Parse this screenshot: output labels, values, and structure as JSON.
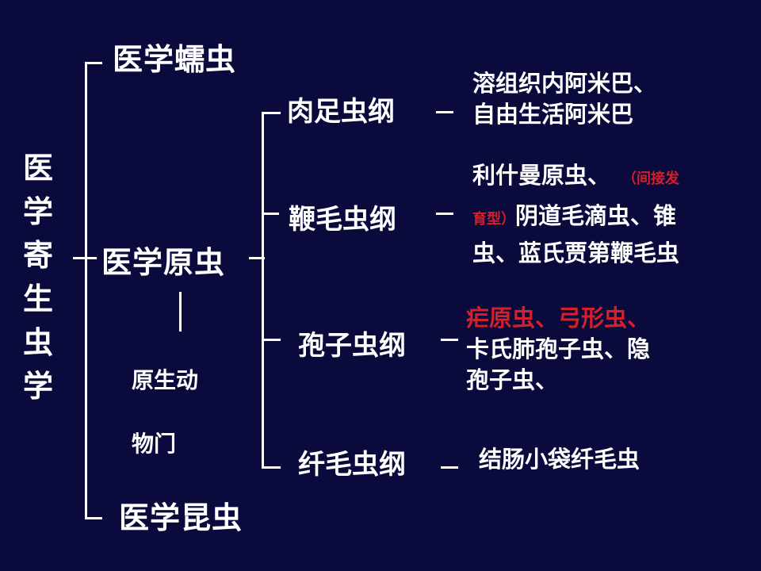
{
  "root": {
    "chars": [
      "医",
      "学",
      "寄",
      "生",
      "虫",
      "学"
    ]
  },
  "level1": {
    "helminth": "医学蠕虫",
    "protozoa": "医学原虫",
    "insect": "医学昆虫"
  },
  "phylum": {
    "line1": "原生动",
    "line2": "物门"
  },
  "classes": {
    "sarcodina": "肉足虫纲",
    "mastigophora": "鞭毛虫纲",
    "sporozoa": "孢子虫纲",
    "ciliophora": "纤毛虫纲"
  },
  "examples": {
    "sarcodina": {
      "line1": "溶组织内阿米巴、",
      "line2": "自由生活阿米巴"
    },
    "mastigophora": {
      "line1_a": "利什曼原虫、",
      "line1_note": "（间接发",
      "line2_note": "育型）",
      "line2_b": "阴道毛滴虫、锥",
      "line3": "虫、蓝氏贾第鞭毛虫"
    },
    "sporozoa": {
      "line1_red": "疟原虫、弓形虫、",
      "line2": "卡氏肺孢子虫、隐",
      "line3": "孢子虫、"
    },
    "ciliophora": {
      "line1": "结肠小袋纤毛虫"
    }
  },
  "colors": {
    "background": "#0a0a3c",
    "text": "#ffffff",
    "highlight": "#d4202a"
  }
}
